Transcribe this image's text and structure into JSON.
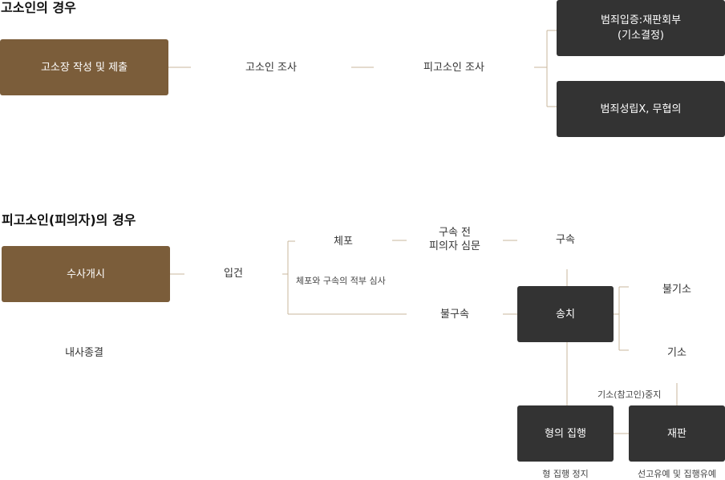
{
  "section1": {
    "title": "고소인의 경우",
    "nodes": {
      "complaint": "고소장 작성 및 제출",
      "complainant_investigation": "고소인 조사",
      "accused_investigation": "피고소인 조사",
      "indictment": "범죄입증:재판회부\n(기소결정)",
      "not_guilty": "범죄성립X, 무협의"
    }
  },
  "section2": {
    "title": "피고소인(피의자)의 경우",
    "nodes": {
      "start_investigation": "수사개시",
      "internal_close": "내사종결",
      "booking": "입건",
      "arrest": "체포",
      "arrest_review": "체포와 구속의 적부 심사",
      "pre_detention": "구속 전\n피의자 심문",
      "detention": "구속",
      "no_detention": "불구속",
      "transfer": "송치",
      "non_indictment": "불기소",
      "indictment": "기소",
      "suspension": "기소(참고인)중지",
      "execution": "형의 집행",
      "trial": "재판",
      "execution_stop": "형 집행 정지",
      "suspended": "선고유예 및 집행유예"
    }
  },
  "colors": {
    "brown_box": "#7b5d3a",
    "dark_box": "#333333",
    "connector": "#c9b79c"
  }
}
